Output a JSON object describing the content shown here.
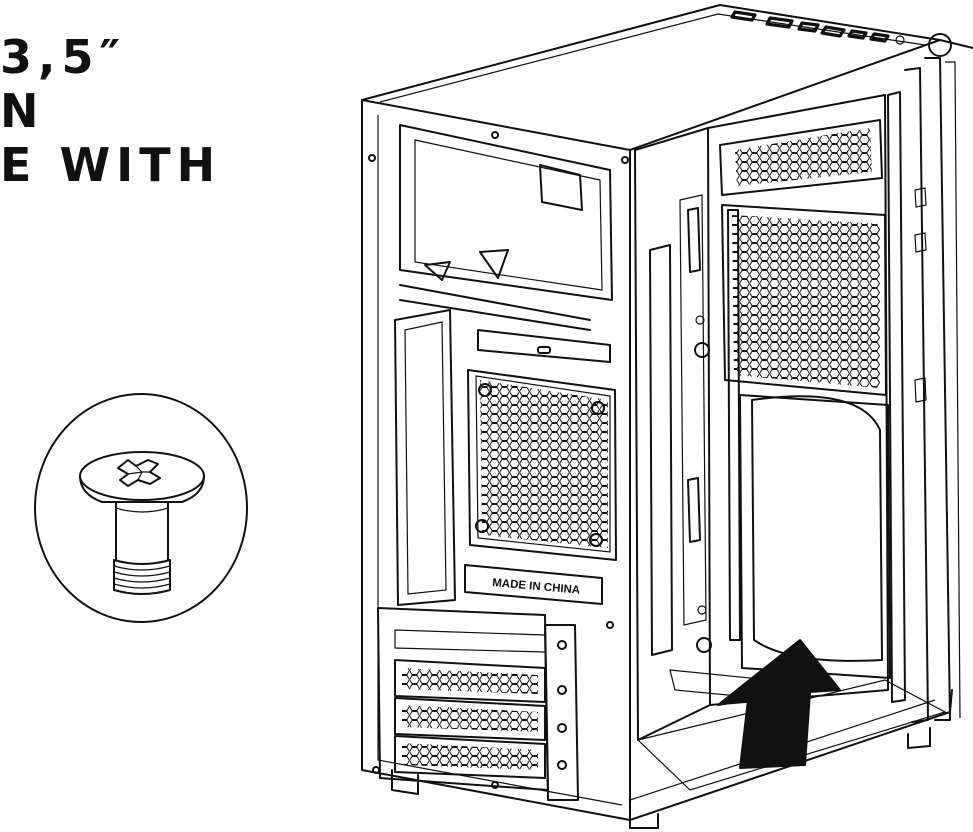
{
  "instruction": {
    "lines": [
      "3,5″",
      "N",
      "E WITH"
    ]
  },
  "case_label": "MADE IN CHINA",
  "icons": {
    "screw": "phillips-screw-icon",
    "arrow": "insert-arrow-icon"
  },
  "colors": {
    "line": "#111111",
    "background": "#ffffff"
  }
}
